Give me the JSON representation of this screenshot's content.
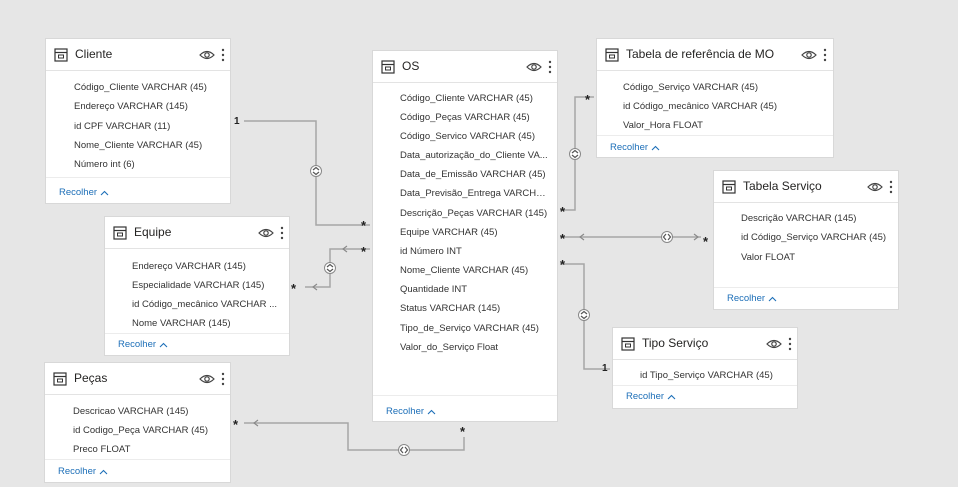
{
  "tables": {
    "cliente": {
      "title": "Cliente",
      "fields": [
        "Código_Cliente VARCHAR (45)",
        "Endereço VARCHAR (145)",
        "id CPF VARCHAR (11)",
        "Nome_Cliente VARCHAR (45)",
        "Número int (6)"
      ],
      "collapse_label": "Recolher"
    },
    "equipe": {
      "title": "Equipe",
      "fields": [
        "Endereço VARCHAR (145)",
        "Especialidade VARCHAR (145)",
        "id Código_mecânico VARCHAR ...",
        "Nome VARCHAR (145)"
      ],
      "collapse_label": "Recolher"
    },
    "pecas": {
      "title": "Peças",
      "fields": [
        "Descricao VARCHAR (145)",
        "id Codigo_Peça VARCHAR (45)",
        "Preco FLOAT"
      ],
      "collapse_label": "Recolher"
    },
    "os": {
      "title": "OS",
      "fields": [
        "Código_Cliente VARCHAR (45)",
        "Código_Peças VARCHAR (45)",
        "Código_Servico VARCHAR (45)",
        "Data_autorização_do_Cliente VA...",
        "Data_de_Emissão VARCHAR (45)",
        "Data_Previsão_Entrega VARCHA...",
        "Descrição_Peças VARCHAR (145)",
        "Equipe VARCHAR (45)",
        "id Número INT",
        "Nome_Cliente VARCHAR (45)",
        "Quantidade INT",
        "Status VARCHAR (145)",
        "Tipo_de_Serviço VARCHAR (45)",
        "Valor_do_Serviço Float"
      ],
      "collapse_label": "Recolher"
    },
    "mo": {
      "title": "Tabela de referência de MO",
      "fields": [
        "Código_Serviço VARCHAR (45)",
        "id Código_mecânico VARCHAR (45)",
        "Valor_Hora FLOAT"
      ],
      "collapse_label": "Recolher"
    },
    "servico": {
      "title": "Tabela Serviço",
      "fields": [
        "Descrição VARCHAR (145)",
        "id Código_Serviço VARCHAR (45)",
        "Valor FLOAT"
      ],
      "collapse_label": "Recolher"
    },
    "tipo": {
      "title": "Tipo Serviço",
      "fields": [
        "id Tipo_Serviço VARCHAR (45)"
      ],
      "collapse_label": "Recolher"
    }
  },
  "cardinality": {
    "one": "1",
    "many": "*"
  },
  "icons": {
    "table": "table-icon",
    "visibility": "eye-icon",
    "more": "more-options-icon",
    "collapse": "chevron-up-icon",
    "direction": "cross-filter-direction-icon"
  },
  "colors": {
    "link": "#1d6fb8",
    "line": "#a6a6a6",
    "background": "#e6e6e6"
  }
}
